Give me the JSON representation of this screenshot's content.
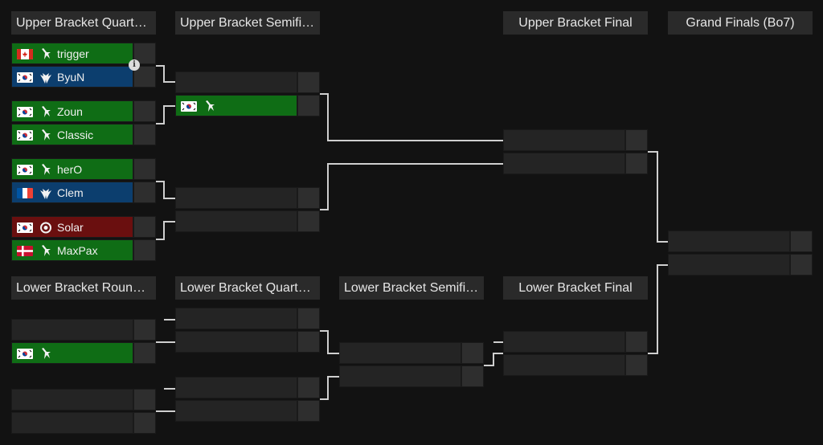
{
  "headers": {
    "ubqf": "Upper Bracket Quart…",
    "ubsf": "Upper Bracket Semifi…",
    "ubf": "Upper Bracket Final",
    "gf": "Grand Finals (Bo7)",
    "lbr1": "Lower Bracket Round…",
    "lbqf": "Lower Bracket Quart…",
    "lbsf": "Lower Bracket Semifi…",
    "lbf": "Lower Bracket Final"
  },
  "players": {
    "p1": "trigger",
    "p2": "ByuN",
    "p3": "Zoun",
    "p4": "Classic",
    "p5": "herO",
    "p6": "Clem",
    "p7": "Solar",
    "p8": "MaxPax"
  },
  "info_icon": "info-icon",
  "colors": {
    "win_slot": "#0f6d15",
    "lose_slot": "#0c3e6e",
    "zerg_slot": "#6a0f0f",
    "header_bg": "#2a2a2a",
    "empty_slot": "#242424",
    "connector": "#cfcfcf"
  }
}
